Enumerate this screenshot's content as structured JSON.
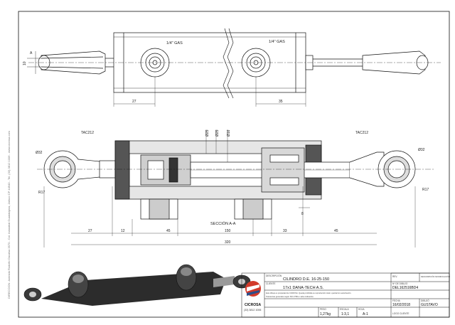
{
  "side_text": "DIRECCION: Avenida Rodolfo Dacalsa 3570 - Col. Industrial Guadalajara, Jalisco CP 44940 - Tel. (33) 3812 1006 - www.cicrosa.com",
  "top_view": {
    "port_left": "1/4\" GAS",
    "port_right": "1/4\" GAS",
    "dim_left": "27",
    "dim_right": "35",
    "dim_a": "A",
    "dim_10": "10"
  },
  "section_view": {
    "tag_left": "TAC212",
    "tag_right": "TAC212",
    "dia_left": "Ø32",
    "dia_right": "Ø32",
    "rad_left": "R17",
    "rad_right": "R17",
    "bore_dia": "Ø25",
    "rod_dia_1": "Ø25",
    "rod_dia_2": "Ø16",
    "gap_dim": "8",
    "section_label": "SECCIÓN A-A",
    "dims_bottom": [
      "27",
      "12",
      "45",
      "150",
      "33",
      "45"
    ],
    "dim_total": "320"
  },
  "title_block": {
    "logo_name": "CICROSA",
    "logo_phone": "(33) 3812 1006",
    "descripcion_label": "DESCRIPCIÓN",
    "descripcion_value": "CILINDRO D.E. 16-25-150",
    "cliente_label": "CLIENTE",
    "cliente_value": "17x1  DANA-TECH A.S.",
    "note_1": "Este dibujo es propiedad de CICROSA. Queda prohibida su reproducción total o parcial sin autorización.",
    "note_2": "Tolerancias generales según ISO 2768-m salvo indicación.",
    "peso_label": "PESO",
    "peso_value": "1,27kg",
    "escala_label": "ESCALA",
    "escala_value": "1:3,1",
    "hoja_label": "HOJA",
    "hoja_value": "A-1",
    "numero_label": "Nº DE DIBUJO",
    "numero_value": "DEL162516BD4",
    "fecha_label": "FECHA",
    "fecha_value": "16/02/2018",
    "dibujo_label": "DIBUJÓ",
    "dibujo_value": "GUSTAVO",
    "rev_label": "REV.",
    "modificacion_label": "DESCRIPCIÓN MODIFICACIÓN",
    "cliente_small": "LOGO CLIENTE"
  }
}
